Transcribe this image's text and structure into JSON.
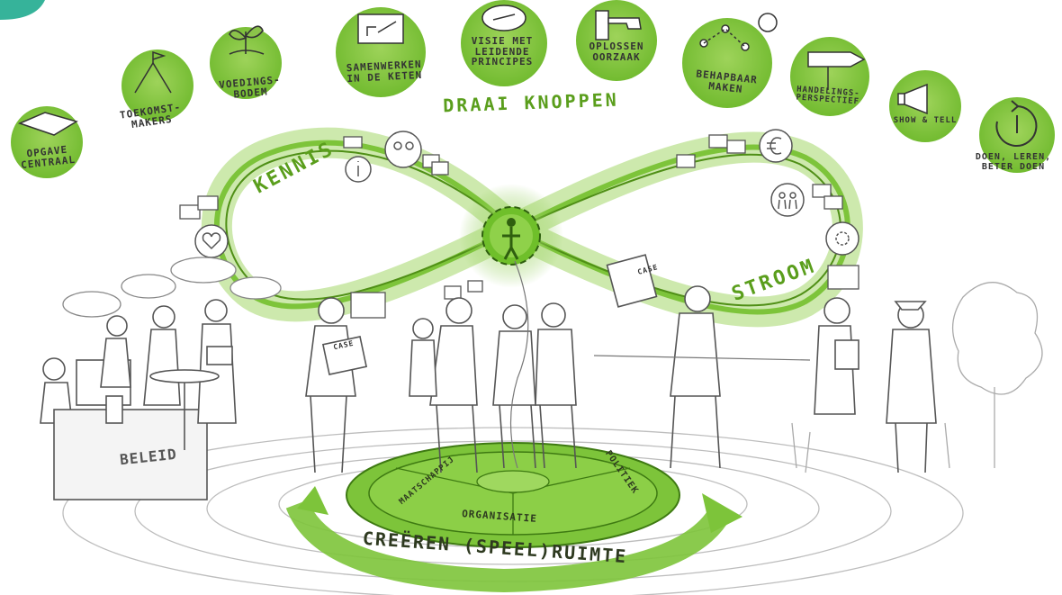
{
  "colors": {
    "green": "#7dc43a",
    "green_dark": "#4f8f16",
    "green_light": "#b8e08a",
    "ink": "#333333",
    "pencil": "#9a9a9a"
  },
  "steps": [
    {
      "line1": "OPGAVE",
      "line2": "CENTRAAL",
      "icon": "map-icon"
    },
    {
      "line1": "TOEKOMST-",
      "line2": "MAKERS",
      "icon": "mountain-flag-icon"
    },
    {
      "line1": "VOEDINGS-",
      "line2": "BODEM",
      "icon": "sprout-icon"
    },
    {
      "line1": "SAMENWERKEN",
      "line2": "IN DE KETEN",
      "icon": "chain-board-icon"
    },
    {
      "line1": "VISIE MET",
      "line2": "LEIDENDE",
      "line3": "PRINCIPES",
      "icon": "compass-icon"
    },
    {
      "line1": "OPLOSSEN",
      "line2": "OORZAAK",
      "icon": "tap-icon"
    },
    {
      "line1": "BEHAPBAAR",
      "line2": "MAKEN",
      "icon": "route-icon"
    },
    {
      "line1": "HANDELINGS-",
      "line2": "PERSPECTIEF",
      "icon": "signpost-icon"
    },
    {
      "line1": "SHOW & TELL",
      "icon": "megaphone-icon"
    },
    {
      "line1": "DOEN, LEREN,",
      "line2": "BETER DOEN",
      "icon": "cycle-icon"
    }
  ],
  "infinity": {
    "title": "DRAAI KNOPPEN",
    "left_label": "KENNIS",
    "right_label": "STROOM",
    "center_icon": "gear-person-icon",
    "icons": [
      "info-icon",
      "discussion-icon",
      "heart-icon",
      "euro-icon",
      "people-icon",
      "settings-icon"
    ]
  },
  "desk_sign": "BELEID",
  "case_labels": [
    "CASE",
    "CASE"
  ],
  "wheel": {
    "segments": [
      "MAATSCHAPPIJ",
      "POLITIEK",
      "ORGANISATIE"
    ],
    "ring_label": "CREËREN (SPEEL)RUIMTE"
  }
}
